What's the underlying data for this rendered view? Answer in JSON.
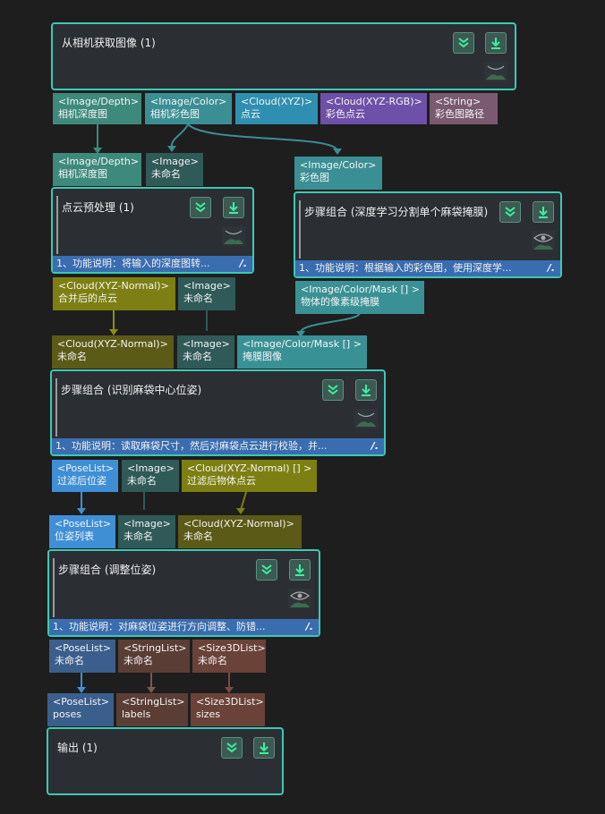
{
  "nodes": {
    "capture": {
      "title": "从相机获取图像 (1)"
    },
    "preprocess": {
      "title": "点云预处理 (1)",
      "desc": "1、功能说明：将输入的深度图转..."
    },
    "segment": {
      "title": "步骤组合 (深度学习分割单个麻袋掩膜)",
      "desc": "1、功能说明：根据输入的彩色图，使用深度学..."
    },
    "identify": {
      "title": "步骤组合 (识别麻袋中心位姿)",
      "desc": "1、功能说明：读取麻袋尺寸，然后对麻袋点云进行校验，并..."
    },
    "adjust": {
      "title": "步骤组合 (调整位姿)",
      "desc": "1、功能说明：对麻袋位姿进行方向调整、防错..."
    },
    "output": {
      "title": "输出 (1)"
    }
  },
  "ports": {
    "cap_out": [
      {
        "type": "<Image/Depth>",
        "name": "相机深度图"
      },
      {
        "type": "<Image/Color>",
        "name": "相机彩色图"
      },
      {
        "type": "<Cloud(XYZ)>",
        "name": "点云"
      },
      {
        "type": "<Cloud(XYZ-RGB)>",
        "name": "彩色点云"
      },
      {
        "type": "<String>",
        "name": "彩色图路径"
      }
    ],
    "pre_in": [
      {
        "type": "<Image/Depth>",
        "name": "相机深度图"
      },
      {
        "type": "<Image>",
        "name": "未命名"
      }
    ],
    "seg_in": [
      {
        "type": "<Image/Color>",
        "name": "彩色图"
      }
    ],
    "pre_out": [
      {
        "type": "<Cloud(XYZ-Normal)>",
        "name": "合并后的点云"
      },
      {
        "type": "<Image>",
        "name": "未命名"
      }
    ],
    "seg_out": [
      {
        "type": "<Image/Color/Mask [] >",
        "name": "物体的像素级掩膜"
      }
    ],
    "id_in": [
      {
        "type": "<Cloud(XYZ-Normal)>",
        "name": "未命名"
      },
      {
        "type": "<Image>",
        "name": "未命名"
      },
      {
        "type": "<Image/Color/Mask [] >",
        "name": "掩膜图像"
      }
    ],
    "id_out": [
      {
        "type": "<PoseList>",
        "name": "过滤后位姿"
      },
      {
        "type": "<Image>",
        "name": "未命名"
      },
      {
        "type": "<Cloud(XYZ-Normal) [] >",
        "name": "过滤后物体点云"
      }
    ],
    "adj_in": [
      {
        "type": "<PoseList>",
        "name": "位姿列表"
      },
      {
        "type": "<Image>",
        "name": "未命名"
      },
      {
        "type": "<Cloud(XYZ-Normal)>",
        "name": "未命名"
      }
    ],
    "adj_out": [
      {
        "type": "<PoseList>",
        "name": "未命名"
      },
      {
        "type": "<StringList>",
        "name": "未命名"
      },
      {
        "type": "<Size3DList>",
        "name": "未命名"
      }
    ],
    "out_in": [
      {
        "type": "<PoseList>",
        "name": "poses"
      },
      {
        "type": "<StringList>",
        "name": "labels"
      },
      {
        "type": "<Size3DList>",
        "name": "sizes"
      }
    ]
  },
  "colors": {
    "accent": "#3cc9b4",
    "background": "#1e1e1e",
    "node": "#2b2e33",
    "desc_bar": "#3a6db0"
  },
  "icons": {
    "collapse": "double-chevron-down-icon",
    "download": "download-arrow-icon",
    "hidden": "eye-closed-icon",
    "visible": "eye-icon",
    "edit": "pen-icon"
  }
}
